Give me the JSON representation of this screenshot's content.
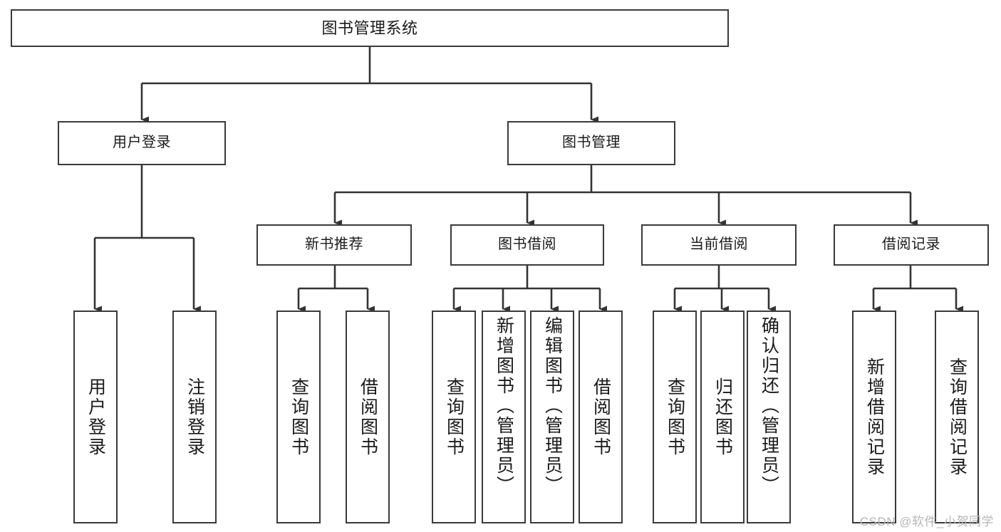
{
  "diagram": {
    "title": "图书管理系统",
    "type": "tree",
    "root": {
      "label": "图书管理系统"
    },
    "level1": [
      {
        "id": "user-login",
        "label": "用户登录"
      },
      {
        "id": "book-manage",
        "label": "图书管理"
      }
    ],
    "level2": [
      {
        "id": "new-book-recommend",
        "label": "新书推荐",
        "parent": "book-manage"
      },
      {
        "id": "book-borrow",
        "label": "图书借阅",
        "parent": "book-manage"
      },
      {
        "id": "current-borrow",
        "label": "当前借阅",
        "parent": "book-manage"
      },
      {
        "id": "borrow-records",
        "label": "借阅记录",
        "parent": "book-manage"
      }
    ],
    "leaves": [
      {
        "id": "leaf-user-login",
        "label": "用户登录",
        "parent": "user-login"
      },
      {
        "id": "leaf-user-logout",
        "label": "注销登录",
        "parent": "user-login"
      },
      {
        "id": "leaf-query-book-1",
        "label": "查询图书",
        "parent": "new-book-recommend"
      },
      {
        "id": "leaf-borrow-book-1",
        "label": "借阅图书",
        "parent": "new-book-recommend"
      },
      {
        "id": "leaf-query-book-2",
        "label": "查询图书",
        "parent": "book-borrow"
      },
      {
        "id": "leaf-add-book",
        "label": "新增图书（管理员）",
        "parent": "book-borrow"
      },
      {
        "id": "leaf-edit-book",
        "label": "编辑图书（管理员）",
        "parent": "book-borrow"
      },
      {
        "id": "leaf-borrow-book-2",
        "label": "借阅图书",
        "parent": "book-borrow"
      },
      {
        "id": "leaf-query-book-3",
        "label": "查询图书",
        "parent": "current-borrow"
      },
      {
        "id": "leaf-return-book",
        "label": "归还图书",
        "parent": "current-borrow"
      },
      {
        "id": "leaf-confirm-return",
        "label": "确认归还（管理员）",
        "parent": "current-borrow"
      },
      {
        "id": "leaf-add-record",
        "label": "新增借阅记录",
        "parent": "borrow-records"
      },
      {
        "id": "leaf-query-record",
        "label": "查询借阅记录",
        "parent": "borrow-records"
      }
    ],
    "colors": {
      "box_border": "#3a3a3a",
      "connector": "#333333",
      "background": "#ffffff",
      "text": "#1a1a1a",
      "watermark": "#b6b6b6"
    }
  },
  "watermark": {
    "text": "CSDN @软件_小贺同学"
  }
}
